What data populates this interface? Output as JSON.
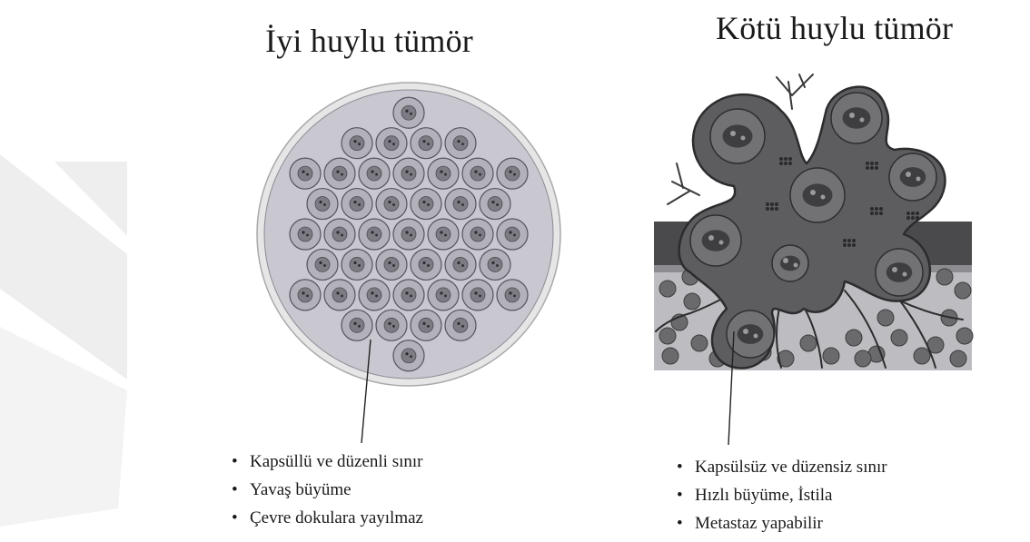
{
  "benign": {
    "title": "İyi huylu tümör",
    "features": [
      "Kapsüllü ve düzenli sınır",
      "Yavaş büyüme",
      "Çevre dokulara yayılmaz"
    ]
  },
  "malignant": {
    "title": "Kötü huylu tümör",
    "features": [
      "Kapsülsüz ve düzensiz sınır",
      "Hızlı büyüme, İstila",
      "Metastaz yapabilir"
    ]
  },
  "colors": {
    "watermark": "#eeeeee",
    "benign_fill": "#c9c7cf",
    "benign_capsule": "#e6e6e6",
    "cell_fill": "#b3b1ba",
    "cell_outline": "#55535c",
    "nucleus": "#7d7b84",
    "malignant_fill": "#5d5d60",
    "malignant_outline": "#2c2c2e",
    "tissue_background": "#bdbdc1",
    "tissue_band": "#4a4a4d",
    "rbc": "#6a6a6d"
  }
}
